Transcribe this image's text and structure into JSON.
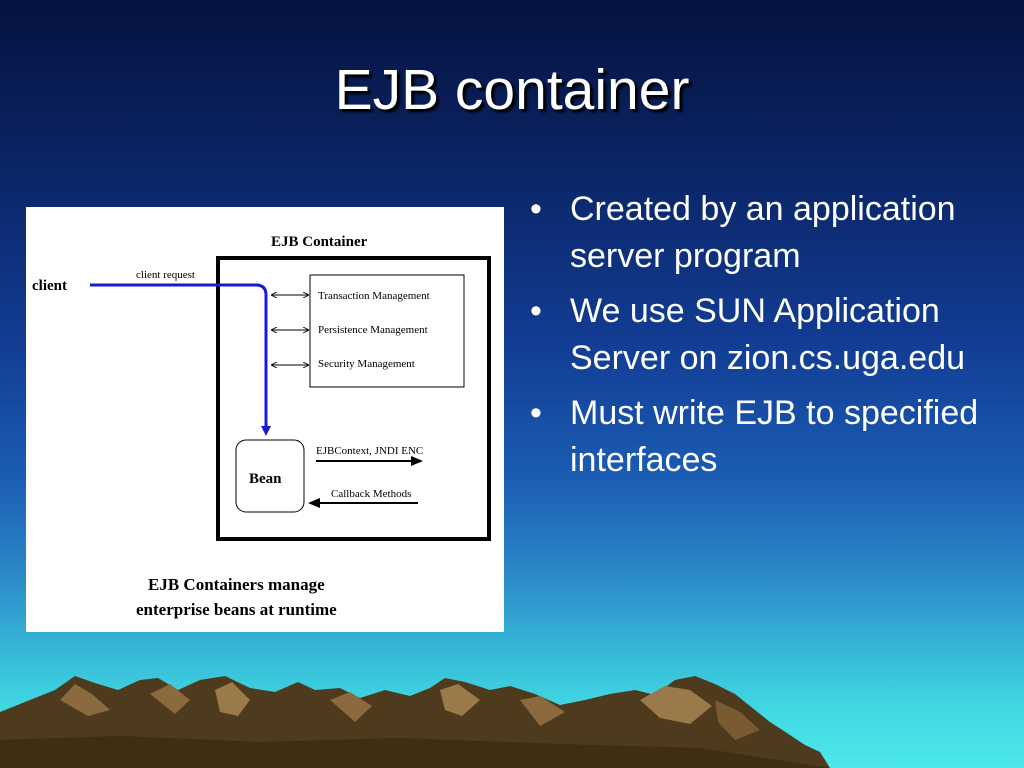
{
  "slide": {
    "title": "EJB container",
    "bullet_char": "•",
    "bullets": [
      "Created by an application server program",
      "We use SUN Application Server on zion.cs.uga.edu",
      "Must write EJB to specified interfaces"
    ]
  },
  "diagram": {
    "container_label": "EJB Container",
    "client_label": "client",
    "client_request_label": "client request",
    "services": [
      "Transaction Management",
      "Persistence Management",
      "Security Management"
    ],
    "bean_label": "Bean",
    "ejbcontext_label": "EJBContext,  JNDI ENC",
    "callback_label": "Callback Methods",
    "caption_line1": "EJB Containers manage",
    "caption_line2": "enterprise beans at runtime"
  },
  "colors": {
    "request_arrow": "#1a1ad4",
    "mountain_dark": "#4e3a1c",
    "mountain_light": "#8a6a3e"
  }
}
